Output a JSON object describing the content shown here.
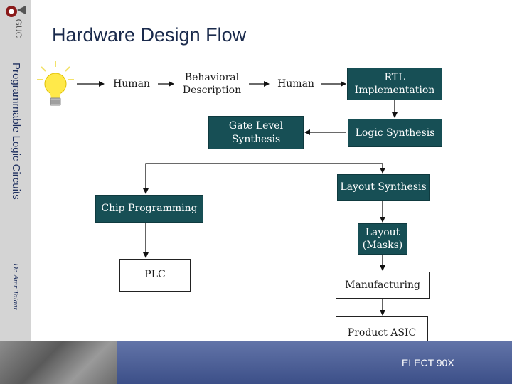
{
  "slide": {
    "title": "Hardware Design Flow",
    "side_title": "Programmable Logic Circuits",
    "author": "Dr. Amr Talaat",
    "footer": "ELECT 90X",
    "logo_text": "GUC"
  },
  "nodes": {
    "human1": "Human",
    "behavioral": "Behavioral\nDescription",
    "human2": "Human",
    "rtl": "RTL\nImplementation",
    "gate_level": "Gate Level\nSynthesis",
    "logic_synthesis": "Logic Synthesis",
    "layout_synthesis": "Layout Synthesis",
    "chip_programming": "Chip Programming",
    "layout_masks": "Layout\n(Masks)",
    "plc": "PLC",
    "manufacturing": "Manufacturing",
    "product_asic": "Product ASIC"
  },
  "icons": {
    "idea": "lightbulb-icon"
  }
}
